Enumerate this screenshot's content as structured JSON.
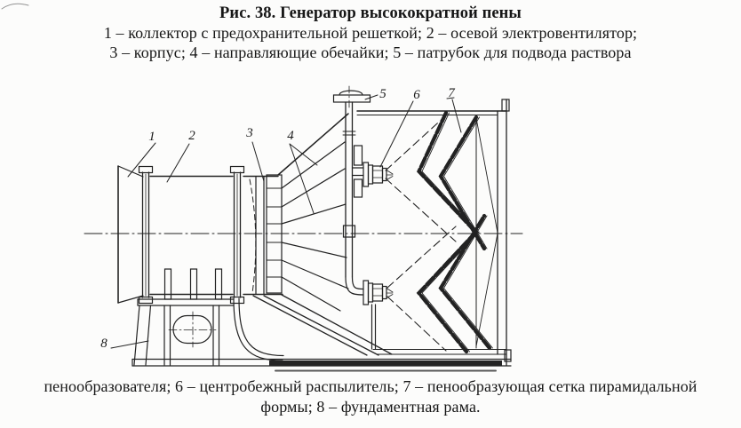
{
  "caption_top": {
    "title": "Рис. 38. Генератор высокократной пены",
    "line1": "1 – коллектор с предохранительной решеткой; 2 – осевой электровентилятор;",
    "line2": "3 – корпус; 4 – направляющие обечайки; 5 – патрубок для подвода раствора"
  },
  "caption_bottom": {
    "line1": "пенообразователя; 6 – центробежный распылитель; 7 – пенообразующая сетка пирамидальной",
    "line2": "формы; 8 – фундаментная рама."
  },
  "figure": {
    "figure_number": "38",
    "description": "Side-view technical line drawing of a high-expansion foam generator",
    "ink_color": "#222222",
    "background_color": "#fcfcfb",
    "callouts": [
      {
        "number": "1",
        "part": "коллектор с предохранительной решеткой"
      },
      {
        "number": "2",
        "part": "осевой электровентилятор"
      },
      {
        "number": "3",
        "part": "корпус"
      },
      {
        "number": "4",
        "part": "направляющие обечайки"
      },
      {
        "number": "5",
        "part": "патрубок для подвода раствора пенообразователя"
      },
      {
        "number": "6",
        "part": "центробежный распылитель"
      },
      {
        "number": "7",
        "part": "пенообразующая сетка пирамидальной формы"
      },
      {
        "number": "8",
        "part": "фундаментная рама"
      }
    ]
  }
}
